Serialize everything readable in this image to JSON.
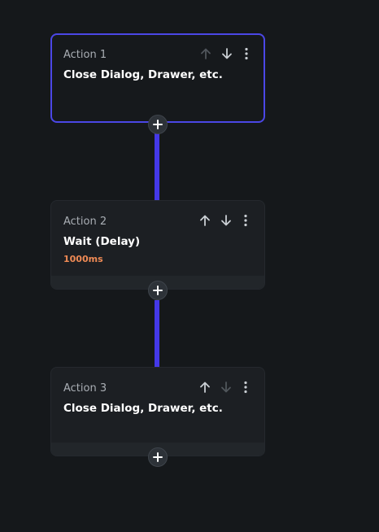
{
  "actions": [
    {
      "label": "Action 1",
      "title": "Close Dialog, Drawer, etc.",
      "detail": "",
      "selected": true,
      "up_enabled": false,
      "down_enabled": true
    },
    {
      "label": "Action 2",
      "title": "Wait (Delay)",
      "detail": "1000ms",
      "selected": false,
      "up_enabled": true,
      "down_enabled": true
    },
    {
      "label": "Action 3",
      "title": "Close Dialog, Drawer, etc.",
      "detail": "",
      "selected": false,
      "up_enabled": true,
      "down_enabled": false
    }
  ],
  "icons": {
    "move_up": "arrow-up-icon",
    "move_down": "arrow-down-icon",
    "more": "more-vertical-icon",
    "add": "plus-icon"
  },
  "colors": {
    "background": "#15181b",
    "card": "#1c1f23",
    "selected_border": "#4b47e6",
    "connector": "#4438e8",
    "detail_text": "#ef8a55",
    "icon_enabled": "#c9ced3",
    "icon_disabled": "#50555b"
  }
}
